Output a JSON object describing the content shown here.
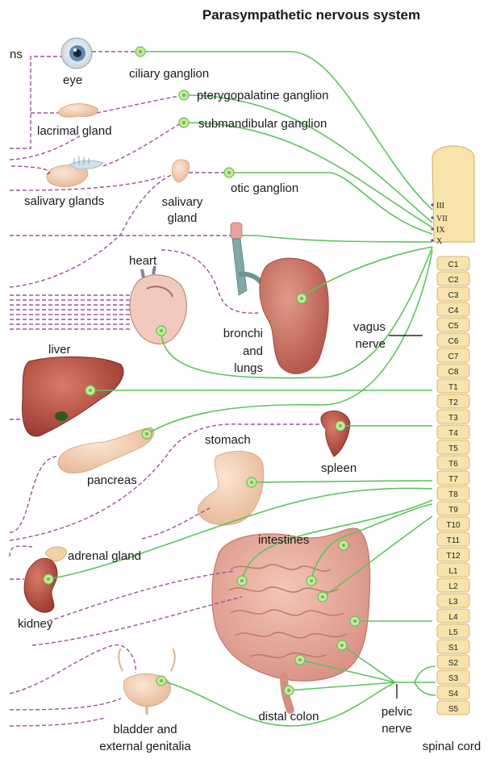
{
  "title": "Parasympathetic nervous system",
  "colors": {
    "preganglionic": "#5cc45c",
    "postganglionic": "#a0509a",
    "spinal_cord_fill": "#f7e3ac",
    "spinal_cord_stroke": "#d7b774",
    "ganglion": "#cfe59a"
  },
  "labels": {
    "eye": "eye",
    "ciliary_ganglion": "ciliary ganglion",
    "pterygopalatine_ganglion": "pterygopalatine ganglion",
    "lacrimal_gland": "lacrimal gland",
    "submandibular_ganglion": "submandibular ganglion",
    "salivary_glands": "salivary glands",
    "salivary_gland_line1": "salivary",
    "salivary_gland_line2": "gland",
    "otic_ganglion": "otic ganglion",
    "heart": "heart",
    "bronchi_line1": "bronchi",
    "bronchi_line2": "and",
    "bronchi_line3": "lungs",
    "vagus_line1": "vagus",
    "vagus_line2": "nerve",
    "liver": "liver",
    "pancreas": "pancreas",
    "stomach": "stomach",
    "spleen": "spleen",
    "intestines": "intestines",
    "adrenal_gland": "adrenal gland",
    "kidney": "kidney",
    "bladder_line1": "bladder and",
    "bladder_line2": "external genitalia",
    "distal_colon": "distal colon",
    "pelvic_line1": "pelvic",
    "pelvic_line2": "nerve",
    "spinal_cord": "spinal cord",
    "cropped_ns": "ns"
  },
  "cranial_nerves": [
    "III",
    "VII",
    "IX",
    "X"
  ],
  "spinal_segments": [
    "C1",
    "C2",
    "C3",
    "C4",
    "C5",
    "C6",
    "C7",
    "C8",
    "T1",
    "T2",
    "T3",
    "T4",
    "T5",
    "T6",
    "T7",
    "T8",
    "T9",
    "T10",
    "T11",
    "T12",
    "L1",
    "L2",
    "L3",
    "L4",
    "L5",
    "S1",
    "S2",
    "S3",
    "S4",
    "S5"
  ]
}
